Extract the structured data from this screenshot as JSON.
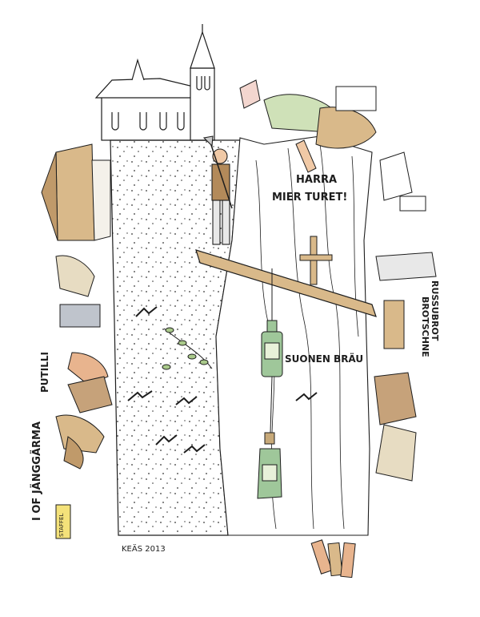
{
  "image": {
    "style": "ink and watercolor sketch"
  },
  "labels": {
    "speech": [
      "HARRA",
      "MIER TURET!"
    ],
    "bottle_label": "SUONEN BRÄU",
    "signature": "KEÄS 2013",
    "left_vertical": "I OF JÄNGGÄRMA",
    "left_vertical2": "PUTILLI",
    "right_vertical1": "RUSSUBROT",
    "right_vertical2": "BROTSCHNE",
    "sign_small": "STAFFEL"
  },
  "colors": {
    "ink": "#1d1d1d",
    "plank": "#d9b98a",
    "meadow": "#f4f1ea",
    "bottle_green": "#9fc79a",
    "sign_yellow": "#f4e27a",
    "skin": "#e8b48e"
  }
}
